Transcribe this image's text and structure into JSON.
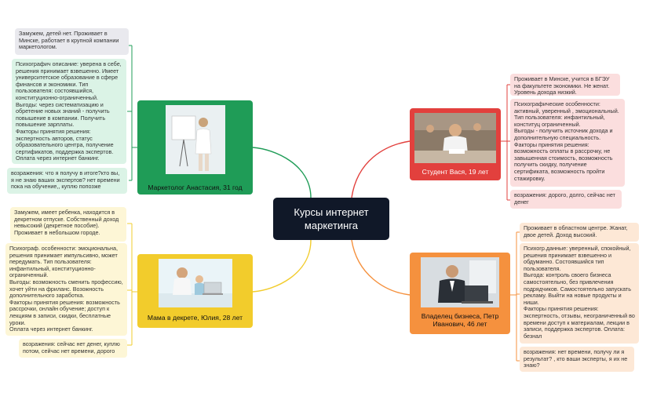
{
  "central": {
    "title": "Курсы интернет\nмаркетинга"
  },
  "personas": [
    {
      "key": "anastasia",
      "name": "Маркетолог Анастасия, 31 год",
      "color": "#1f9c57",
      "notes": [
        "Замужем, детей нет. Проживает в Минске, работает в крупной компании маркетологом.",
        "Психографич описание: уверена в себе, решения принимает взвешенно. Имеет университетское образование в сфере финансов и экономики. Тип пользователя: состоявшийся, конституционно-ограниченный.\nВыгоды: через систематизацию и обретение новых знаний - получить повышение в компании. Получить повышение зарплаты.\nФакторы принятия решения: экспертность авторов, статус образовательного центра, получение сертификатов, поддержка экспертов. Оплата через интернет банкинг.",
        "возражения: что я получу в итоге?кто вы, я не знаю ваших экспертов? нет времени пока на обучение,, куплю попозже"
      ]
    },
    {
      "key": "yulia",
      "name": "Мама в декрете, Юлия, 28 лет",
      "color": "#f2cc2c",
      "notes": [
        "Замужем, имеет ребенка, находится в декретном отпуске. Собственный доход невысокий (декретное пособие). Проживает в небольшом городе.",
        "Психограф. особенности: эмоциональна, решения принимает импульсивно, может передумать. Тип пользователя: инфантильный, конституционно-ограниченный.\nВыгоды: возможность сменить профессию, хочет уйти на фриланс. Возожность дополнительного заработка.\nФакторы принятия решения: возможность рассрочки, онлайн обучение; доступ к лекциям в записи, скидки, бесплатные уроки.\nОплата через интернет банкинг.",
        "возражения: сейчас нет денег, куплю потом, сейчас нет времени, дорого"
      ]
    },
    {
      "key": "vasya",
      "name": "Студент Вася, 19 лет",
      "color": "#e2403d",
      "notes": [
        "Проживает в Минске, учится в БГЭУ на факультете экономики. Не женат. Уровень дохода низкий.",
        "Психографические особенности: активный, уверенный , эмоциональный. Тип пользователя: инфантильный, конституц ограниченный.\nВыгоды - получить источник дохода и дополнительную специальность.\nФакторы принятия решения: возможность оплаты в рассрочку, не завышенная стоимость, возможность получить скидку, получение сертификата, возможность пройти стажировку.",
        "возражения: дорого, долго, сейчас нет денег"
      ]
    },
    {
      "key": "petr",
      "name": "Владелец  бизнеса, Петр Иванович, 46 лет",
      "color": "#f5913e",
      "notes": [
        "Проживает в областном центре. Жанат, двое детей. Доход высокий.",
        "Психогр.данные: уверенный, спокойный, решения принимает взвешенно и обдуманно. Состоявшийся тип пользователя.\nВыгода: контроль  своего бизнеса самостоятельно, без привлечения подрядчиков. Самостоятельно запускать рекламу. Выйти на новые продукты  и ниши.\nФакторы принятия решения: экспертность,  отзывы, неограниченный во времени доступ к материалам, лекции в записи, поддержка экспертов. Оплата: безнал",
        "возражения: нет времени, получу ли я результат? , кто ваши эксперты, я их не знаю?"
      ]
    }
  ]
}
